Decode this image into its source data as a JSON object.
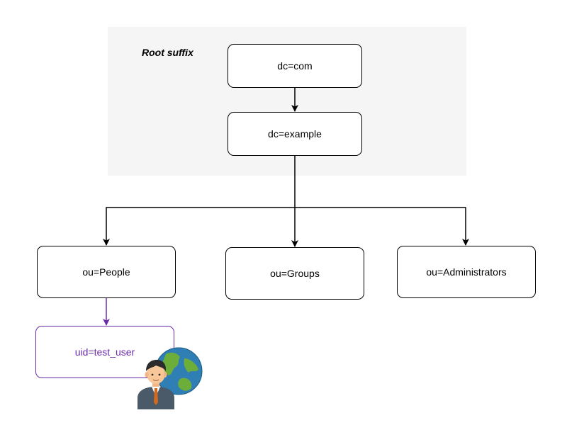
{
  "diagram": {
    "panel_label": "Root suffix",
    "nodes": {
      "dc_com": "dc=com",
      "dc_example": "dc=example",
      "ou_people": "ou=People",
      "ou_groups": "ou=Groups",
      "ou_administrators": "ou=Administrators",
      "uid_test_user": "uid=test_user"
    },
    "colors": {
      "panel_background": "#f5f5f5",
      "node_border": "#000000",
      "user_accent": "#6a2ca8"
    },
    "icons": [
      "user-icon",
      "globe-icon"
    ]
  }
}
